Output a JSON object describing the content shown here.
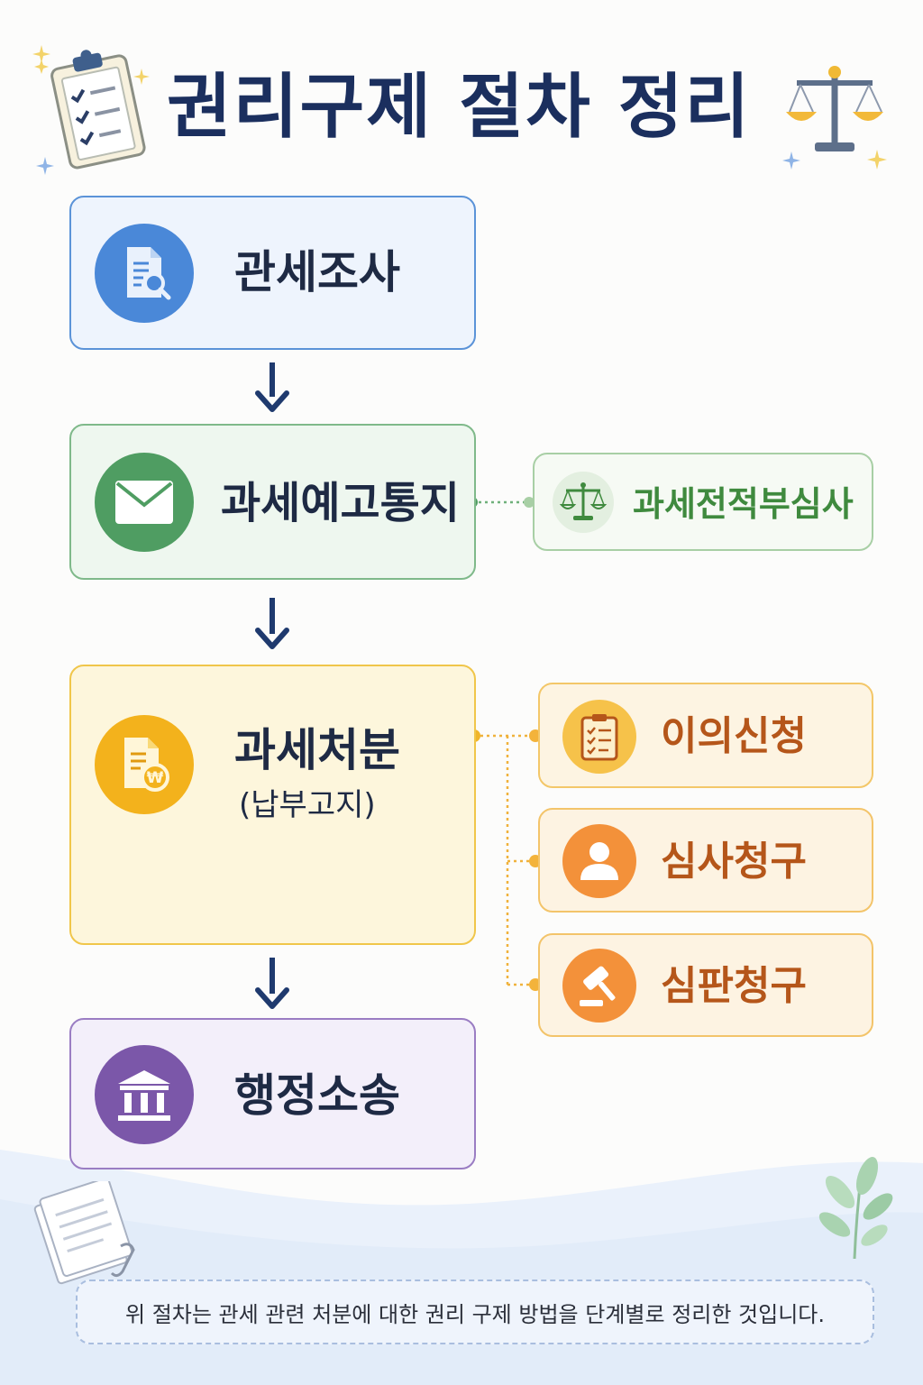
{
  "title": "권리구제 절차 정리",
  "steps": [
    {
      "label": "관세조사",
      "icon": "document-search-icon",
      "color": "#3d7fd0"
    },
    {
      "label": "과세예고통지",
      "icon": "envelope-icon",
      "color": "#4f9d62"
    },
    {
      "label": "과세처분",
      "sublabel": "(납부고지)",
      "icon": "tax-document-won-icon",
      "color": "#f3b21c"
    },
    {
      "label": "행정소송",
      "icon": "courthouse-icon",
      "color": "#7b57a9"
    }
  ],
  "side_green": {
    "label": "과세전적부심사",
    "icon": "scales-icon",
    "color": "#3f8a3e"
  },
  "side_orange": [
    {
      "label": "이의신청",
      "icon": "clipboard-checklist-icon"
    },
    {
      "label": "심사청구",
      "icon": "person-icon"
    },
    {
      "label": "심판청구",
      "icon": "gavel-icon"
    }
  ],
  "footer_note": "위 절차는 관세 관련 처분에 대한 권리 구제 방법을 단계별로 정리한 것입니다.",
  "colors": {
    "title": "#1b2f5e",
    "arrow": "#1f3a6e",
    "orange_text": "#b5561a",
    "green_text": "#3f8a3e"
  }
}
